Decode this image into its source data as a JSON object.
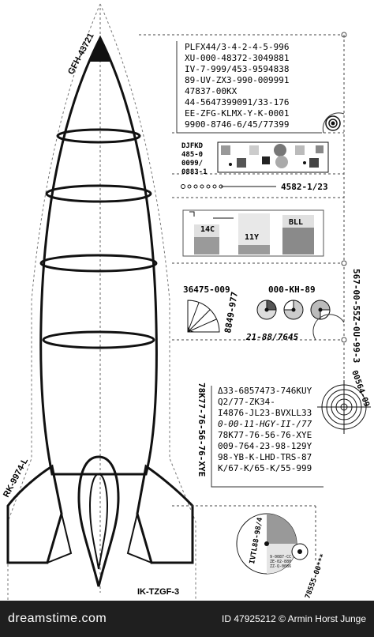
{
  "code_block": {
    "lines": [
      "PLFX44/3-4-2-4-5-996",
      "XU-000-48372-3049881",
      "IV-7-999/453-9594838",
      "89-UV-ZX3-990-009991",
      "47837-00KX",
      "44-5647399091/33-176",
      "EE-ZFG-KLMX-Y-K-0001",
      "9900-8746-6/45/77399"
    ]
  },
  "labels": {
    "tip_code": "GFH-43721",
    "left_fin_code": "RK-9974-L",
    "bottom_code": "IK-TZGF-3",
    "pixel_block_code": [
      "DJFKD",
      "485-0",
      "0099/",
      "0883-1"
    ],
    "dots_code": "4582-1/23",
    "bar_labels": [
      "14C",
      "11Y",
      "BLL"
    ],
    "gauge_codes": [
      "36475-009",
      "000-KH-89"
    ],
    "rotated_code": "8849-977",
    "italic_code": "21-88/7645",
    "right_vertical_code": "567-00-55Z-0U-99-3",
    "left_vertical_code": "78K77-76-56-76-XYE",
    "target_code": "00564-09",
    "lower_block": [
      "Δ33-6857473-746KUY",
      "Q2/77-ZK34-",
      "I4876-JL23-BVXLL33",
      "0-00-11-HGY-II-/77",
      "78K77-76-56-76-XYE",
      "009-764-23-98-129Y",
      "98-YB-K-LHD-TRS-87",
      "K/67-K/65-K/55-999"
    ],
    "pie_code": "IVTL88-98/4",
    "mini_codes": [
      "9-0087-CC",
      "ZE-02-880",
      "ZZ-Q-0086"
    ],
    "corner_code": "78555-00***"
  },
  "footer": {
    "brand": "dreamstime.com",
    "credit": "ID 47925212 © Armin Horst Junge"
  }
}
